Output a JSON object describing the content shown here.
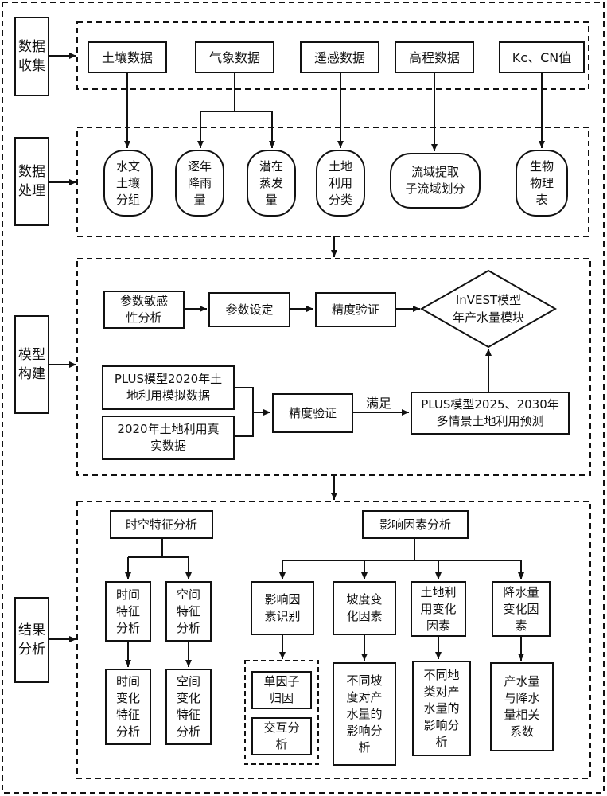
{
  "stages": {
    "collect": "数据\n收集",
    "process": "数据\n处理",
    "model": "模型\n构建",
    "result": "结果\n分析"
  },
  "collect": {
    "soil": "土壤数据",
    "weather": "气象数据",
    "remote": "遥感数据",
    "dem": "高程数据",
    "kc": "Kc、CN值"
  },
  "process": {
    "soil_group": "水文\n土壤\n分组",
    "rain": "逐年\n降雨\n量",
    "evap": "潜在\n蒸发\n量",
    "landuse": "土地\n利用\n分类",
    "basin": "流域提取\n子流域划分",
    "bio": "生物\n物理\n表"
  },
  "model": {
    "sensitivity": "参数敏感\n性分析",
    "param": "参数设定",
    "accuracy1": "精度验证",
    "invest": "InVEST模型\n年产水量模块",
    "plus_sim": "PLUS模型2020年土\n地利用模拟数据",
    "real": "2020年土地利用真\n实数据",
    "accuracy2": "精度验证",
    "satisfy": "满足",
    "plus_pred": "PLUS模型2025、2030年\n多情景土地利用预测"
  },
  "result": {
    "spatiotemporal": "时空特征分析",
    "influence": "影响因素分析",
    "time_feat": "时间\n特征\n分析",
    "space_feat": "空间\n特征\n分析",
    "time_change": "时间\n变化\n特征\n分析",
    "space_change": "空间\n变化\n特征\n分析",
    "factor_id": "影响因\n素识别",
    "slope": "坡度变\n化因素",
    "land_change": "土地利\n用变化\n因素",
    "precip": "降水量\n变化因\n素",
    "single": "单因子\n归因",
    "interact": "交互分\n析",
    "slope_effect": "不同坡\n度对产\n水量的\n影响分\n析",
    "land_effect": "不同地\n类对产\n水量的\n影响分\n析",
    "precip_corr": "产水量\n与降水\n量相关\n系数"
  }
}
